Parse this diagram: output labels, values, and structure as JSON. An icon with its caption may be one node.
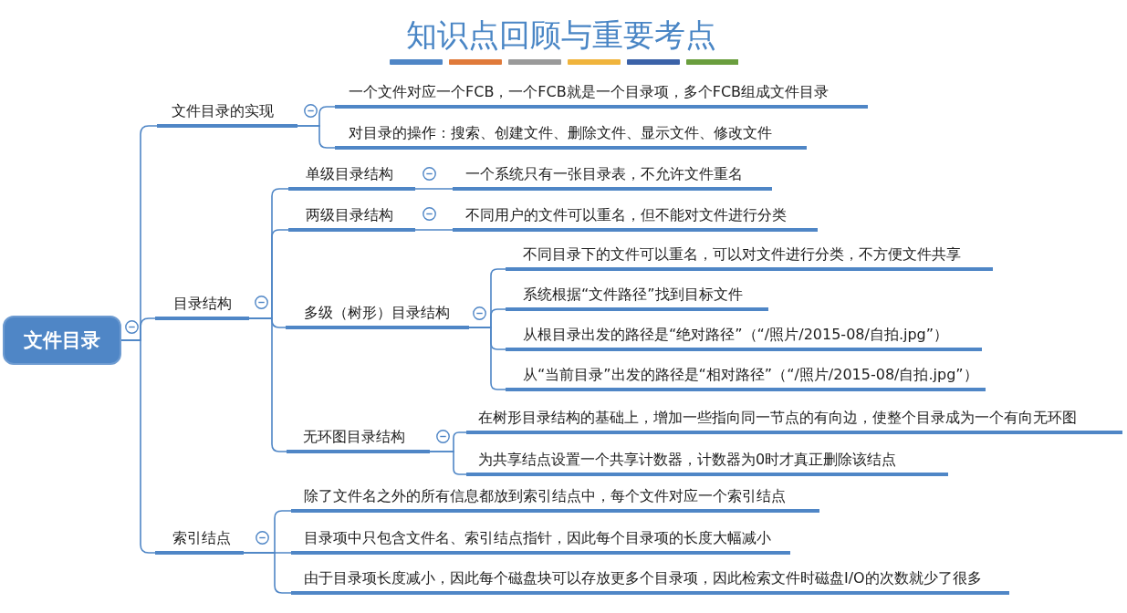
{
  "diagram": {
    "title": "知识点回顾与重要考点",
    "nodes": [
      {
        "text": [
          "文件目录"
        ]
      },
      {
        "text": [
          "文件目录的实现"
        ]
      },
      {
        "text": [
          "一个文件对应一个FCB，一个FCB就是一个目录项，多个FCB组成文件目录"
        ]
      },
      {
        "text": [
          "对目录的操作：搜索、创建文件、删除文件、显示文件、修改文件"
        ]
      },
      {
        "text": [
          "目录结构"
        ]
      },
      {
        "text": [
          "单级目录结构"
        ]
      },
      {
        "text": [
          "一个系统只有一张目录表，不允许文件重名"
        ]
      },
      {
        "text": [
          "两级目录结构"
        ]
      },
      {
        "text": [
          "不同用户的文件可以重名，但不能对文件进行分类"
        ]
      },
      {
        "text": [
          "多级（树形）目录结构"
        ]
      },
      {
        "text": [
          "不同目录下的文件可以重名，可以对文件进行分类，不方便文件共享"
        ]
      },
      {
        "text": [
          "系统根据“文件路径”找到目标文件"
        ]
      },
      {
        "text": [
          "从根目录出发的路径是“绝对路径”（“/照片/2015-08/自拍.jpg”）"
        ]
      },
      {
        "text": [
          "从“当前目录”出发的路径是“相对路径”（“/照片/2015-08/自拍.jpg”）"
        ]
      },
      {
        "text": [
          "无环图目录结构"
        ]
      },
      {
        "text": [
          "在树形目录结构的基础上，增加一些指向同一节点的有向边，使整个目录成为一个有向无环图"
        ]
      },
      {
        "text": [
          "为共享结点设置一个共享计数器，计数器为0时才真正删除该结点"
        ]
      },
      {
        "text": [
          "索引结点"
        ]
      },
      {
        "text": [
          "除了文件名之外的所有信息都放到索引结点中，每个文件对应一个索引结点"
        ]
      },
      {
        "text": [
          "目录项中只包含文件名、索引结点指针，因此每个目录项的长度大幅减小"
        ]
      },
      {
        "text": [
          "由于目录项长度减小，因此每个磁盘块可以存放更多个目录项，因此检索文件时磁盘I/O的次数就少了很多"
        ]
      }
    ],
    "edges": [
      {
        "from": 0,
        "to": 1,
        "arrow": "none"
      },
      {
        "from": 0,
        "to": 4,
        "arrow": "none"
      },
      {
        "from": 0,
        "to": 17,
        "arrow": "none"
      },
      {
        "from": 1,
        "to": 2,
        "arrow": "none"
      },
      {
        "from": 1,
        "to": 3,
        "arrow": "none"
      },
      {
        "from": 4,
        "to": 5,
        "arrow": "none"
      },
      {
        "from": 4,
        "to": 7,
        "arrow": "none"
      },
      {
        "from": 4,
        "to": 9,
        "arrow": "none"
      },
      {
        "from": 4,
        "to": 14,
        "arrow": "none"
      },
      {
        "from": 5,
        "to": 6,
        "arrow": "none"
      },
      {
        "from": 7,
        "to": 8,
        "arrow": "none"
      },
      {
        "from": 9,
        "to": 10,
        "arrow": "none"
      },
      {
        "from": 9,
        "to": 11,
        "arrow": "none"
      },
      {
        "from": 9,
        "to": 12,
        "arrow": "none"
      },
      {
        "from": 9,
        "to": 13,
        "arrow": "none"
      },
      {
        "from": 14,
        "to": 15,
        "arrow": "none"
      },
      {
        "from": 14,
        "to": 16,
        "arrow": "none"
      },
      {
        "from": 17,
        "to": 18,
        "arrow": "none"
      },
      {
        "from": 17,
        "to": 19,
        "arrow": "none"
      },
      {
        "from": 17,
        "to": 20,
        "arrow": "none"
      }
    ]
  }
}
